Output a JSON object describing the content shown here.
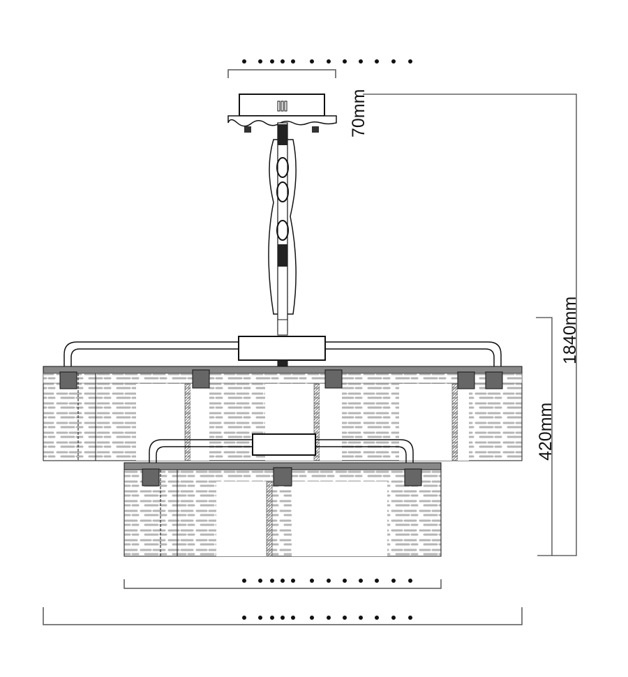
{
  "title": "Chandelier dimension drawing",
  "dimensions": {
    "canopy_height": "70mm",
    "total_height": "1840mm",
    "body_height": "420mm"
  },
  "colors": {
    "line": "#111111",
    "texture": "#b0b0b0",
    "band": "#7a7a7a"
  }
}
